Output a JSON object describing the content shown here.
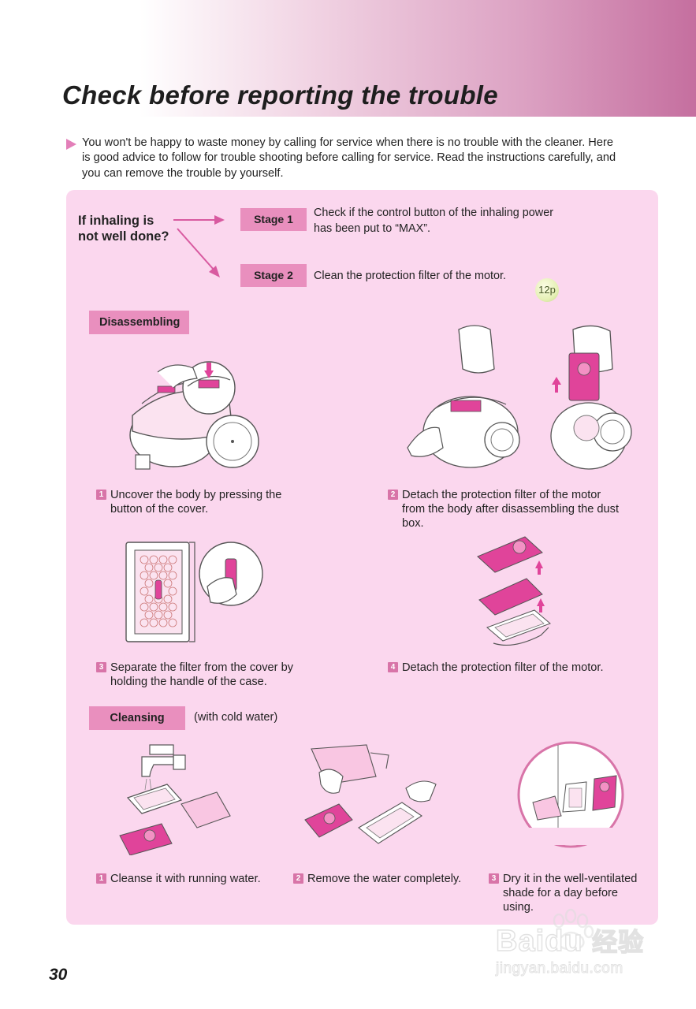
{
  "header": {
    "title": "Check before reporting the trouble"
  },
  "intro": {
    "text": "You won't be happy to waste money by calling for service when there is no trouble with the cleaner. Here is good advice to follow for trouble shooting before calling for service. Read the instructions carefully, and you can remove the trouble by yourself."
  },
  "trouble": {
    "question_line1": "If inhaling is",
    "question_line2": "not well done?",
    "stages": [
      {
        "label": "Stage 1",
        "text_line1": "Check if the control button of the inhaling power",
        "text_line2": "has been put to “MAX”."
      },
      {
        "label": "Stage 2",
        "text_line1": "Clean the protection filter of the motor.",
        "page_ref": "12p"
      }
    ]
  },
  "disassembling": {
    "label": "Disassembling",
    "steps": [
      {
        "num": "1",
        "text": "Uncover the body by pressing the button of the cover."
      },
      {
        "num": "2",
        "text": "Detach the protection filter of the motor from the body after disassembling the dust box."
      },
      {
        "num": "3",
        "text": "Separate the filter from the cover by holding the handle of the case."
      },
      {
        "num": "4",
        "text": "Detach the protection filter of the motor."
      }
    ]
  },
  "cleansing": {
    "label": "Cleansing",
    "note": "(with cold water)",
    "steps": [
      {
        "num": "1",
        "text": "Cleanse it with running water."
      },
      {
        "num": "2",
        "text": "Remove the water completely."
      },
      {
        "num": "3",
        "text": "Dry it in the well-ventilated shade for a day before using."
      }
    ]
  },
  "footer": {
    "page_number": "30",
    "watermark_brand": "Baidu",
    "watermark_cn": "经验",
    "watermark_url": "jingyan.baidu.com"
  },
  "colors": {
    "panel_bg": "#fbd7ee",
    "label_bg": "#e98fbe",
    "accent_magenta": "#e0449a",
    "header_gradient_end": "#c56f9f"
  }
}
